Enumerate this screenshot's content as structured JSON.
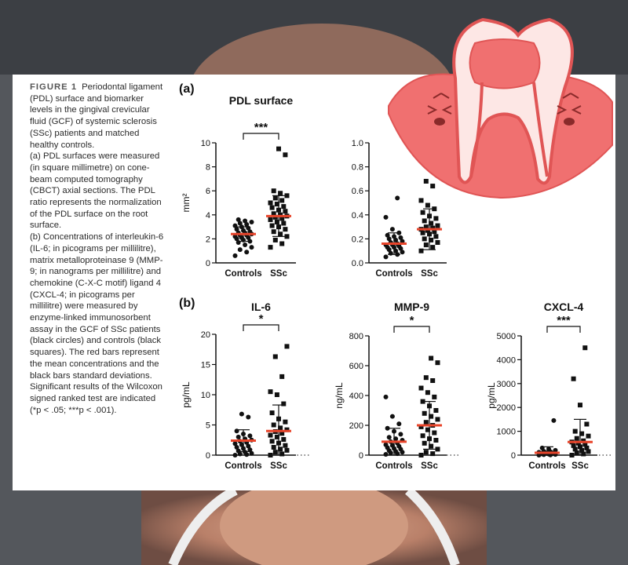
{
  "caption": {
    "figure_label": "FIGURE 1",
    "paragraphs": [
      "Periodontal ligament (PDL) surface and biomarker levels in the gingival crevicular fluid (GCF) of systemic sclerosis (SSc) patients and matched healthy controls.",
      "(a) PDL surfaces were measured (in square millimetre) on cone-beam computed tomography (CBCT) axial sections. The PDL ratio represents the normalization of the PDL surface on the root surface.",
      "(b) Concentrations of interleukin-6 (IL-6; in picograms per millilitre), matrix metalloproteinase 9 (MMP-9; in nanograms per millilitre) and chemokine (C-X-C motif) ligand 4 (CXCL-4; in picograms per millilitre) were measured by enzyme-linked immunosorbent assay in the GCF of SSc patients (black circles) and controls (black squares). The red bars represent the mean concentrations and the black bars standard deviations. Significant results of the Wilcoxon signed ranked test are indicated (*p < .05; ***p < .001)."
    ]
  },
  "panels": {
    "a": "(a)",
    "b": "(b)"
  },
  "colors": {
    "mean_bar": "#e8442a",
    "points": "#111111",
    "tooth_gum": "#f07070",
    "tooth_crown": "#fde7e5"
  },
  "chart_data": [
    {
      "type": "scatter",
      "title": "PDL surface",
      "title_visible": "PDL surface",
      "ylabel": "mm²",
      "categories": [
        "Controls",
        "SSc"
      ],
      "ylim": [
        0,
        10
      ],
      "yticks": [
        "0",
        "2",
        "4",
        "6",
        "8",
        "10"
      ],
      "significance": "***",
      "series": [
        {
          "group": "Controls",
          "mean": 2.4,
          "sd": 0.6,
          "values": [
            0.6,
            0.9,
            1.1,
            1.3,
            1.5,
            1.7,
            1.8,
            1.9,
            2.0,
            2.1,
            2.1,
            2.2,
            2.3,
            2.3,
            2.4,
            2.5,
            2.5,
            2.6,
            2.7,
            2.8,
            2.9,
            3.0,
            3.1,
            3.2,
            3.3,
            3.4,
            3.5,
            3.6
          ]
        },
        {
          "group": "SSc",
          "mean": 3.9,
          "sd": 1.7,
          "values": [
            1.3,
            1.6,
            1.9,
            2.2,
            2.4,
            2.6,
            2.8,
            3.0,
            3.1,
            3.3,
            3.4,
            3.6,
            3.7,
            3.8,
            3.9,
            4.0,
            4.1,
            4.3,
            4.4,
            4.6,
            4.7,
            4.9,
            5.0,
            5.2,
            5.4,
            5.6,
            5.8,
            6.0,
            9.0,
            9.5
          ]
        }
      ]
    },
    {
      "type": "scatter",
      "title": "PDL ratio",
      "title_visible": "PDL",
      "ylabel": "",
      "categories": [
        "Controls",
        "SSc"
      ],
      "ylim": [
        0,
        1.0
      ],
      "yticks": [
        "0.0",
        "0.2",
        "0.4",
        "0.6",
        "0.8",
        "1.0"
      ],
      "significance": "",
      "series": [
        {
          "group": "Controls",
          "mean": 0.16,
          "sd": 0.09,
          "values": [
            0.05,
            0.07,
            0.08,
            0.09,
            0.1,
            0.11,
            0.12,
            0.13,
            0.13,
            0.14,
            0.15,
            0.15,
            0.16,
            0.17,
            0.18,
            0.19,
            0.2,
            0.21,
            0.22,
            0.23,
            0.25,
            0.28,
            0.38,
            0.54
          ]
        },
        {
          "group": "SSc",
          "mean": 0.28,
          "sd": 0.17,
          "values": [
            0.1,
            0.13,
            0.15,
            0.17,
            0.19,
            0.2,
            0.22,
            0.24,
            0.25,
            0.26,
            0.27,
            0.28,
            0.29,
            0.3,
            0.31,
            0.33,
            0.35,
            0.37,
            0.39,
            0.42,
            0.45,
            0.48,
            0.52,
            0.64,
            0.68
          ]
        }
      ]
    },
    {
      "type": "scatter",
      "title": "IL-6",
      "title_visible": "IL-6",
      "ylabel": "pg/mL",
      "categories": [
        "Controls",
        "SSc"
      ],
      "ylim": [
        0,
        20
      ],
      "yticks": [
        "0",
        "5",
        "10",
        "15",
        "20"
      ],
      "significance": "*",
      "series": [
        {
          "group": "Controls",
          "mean": 2.4,
          "sd": 1.8,
          "values": [
            0.0,
            0.1,
            0.2,
            0.3,
            0.5,
            0.7,
            0.9,
            1.1,
            1.3,
            1.5,
            1.7,
            1.9,
            2.1,
            2.3,
            2.5,
            2.7,
            3.0,
            3.2,
            3.5,
            4.0,
            6.3,
            6.8
          ]
        },
        {
          "group": "SSc",
          "mean": 4.0,
          "sd": 4.3,
          "values": [
            0.0,
            0.2,
            0.5,
            0.8,
            1.0,
            1.3,
            1.6,
            2.0,
            2.3,
            2.6,
            3.0,
            3.3,
            3.6,
            3.9,
            4.2,
            4.5,
            5.0,
            5.5,
            6.0,
            7.0,
            8.5,
            10.0,
            10.5,
            13.0,
            16.3,
            18.0
          ]
        }
      ]
    },
    {
      "type": "scatter",
      "title": "MMP-9",
      "title_visible": "MMP-9",
      "ylabel": "ng/mL",
      "categories": [
        "Controls",
        "SSc"
      ],
      "ylim": [
        0,
        800
      ],
      "yticks": [
        "0",
        "200",
        "400",
        "600",
        "800"
      ],
      "significance": "*",
      "series": [
        {
          "group": "Controls",
          "mean": 90,
          "sd": 90,
          "values": [
            5,
            10,
            15,
            20,
            25,
            30,
            40,
            45,
            50,
            60,
            65,
            70,
            80,
            90,
            100,
            110,
            120,
            140,
            160,
            180,
            210,
            260,
            390
          ]
        },
        {
          "group": "SSc",
          "mean": 200,
          "sd": 160,
          "values": [
            0,
            10,
            20,
            40,
            60,
            80,
            100,
            110,
            130,
            150,
            170,
            190,
            200,
            220,
            240,
            260,
            280,
            300,
            330,
            360,
            390,
            420,
            450,
            500,
            520,
            620,
            650
          ]
        }
      ]
    },
    {
      "type": "scatter",
      "title": "CXCL-4",
      "title_visible": "CXCL-4",
      "ylabel": "pg/mL",
      "categories": [
        "Controls",
        "SSc"
      ],
      "ylim": [
        0,
        5000
      ],
      "yticks": [
        "0",
        "1000",
        "2000",
        "3000",
        "4000",
        "5000"
      ],
      "significance": "***",
      "series": [
        {
          "group": "Controls",
          "mean": 100,
          "sd": 250,
          "values": [
            0,
            10,
            20,
            30,
            40,
            50,
            60,
            70,
            80,
            90,
            100,
            120,
            140,
            160,
            200,
            250,
            300,
            1450
          ]
        },
        {
          "group": "SSc",
          "mean": 550,
          "sd": 950,
          "values": [
            0,
            50,
            100,
            150,
            200,
            250,
            300,
            350,
            400,
            450,
            500,
            550,
            600,
            700,
            800,
            900,
            1000,
            1300,
            2100,
            3200,
            4500
          ]
        }
      ]
    }
  ]
}
